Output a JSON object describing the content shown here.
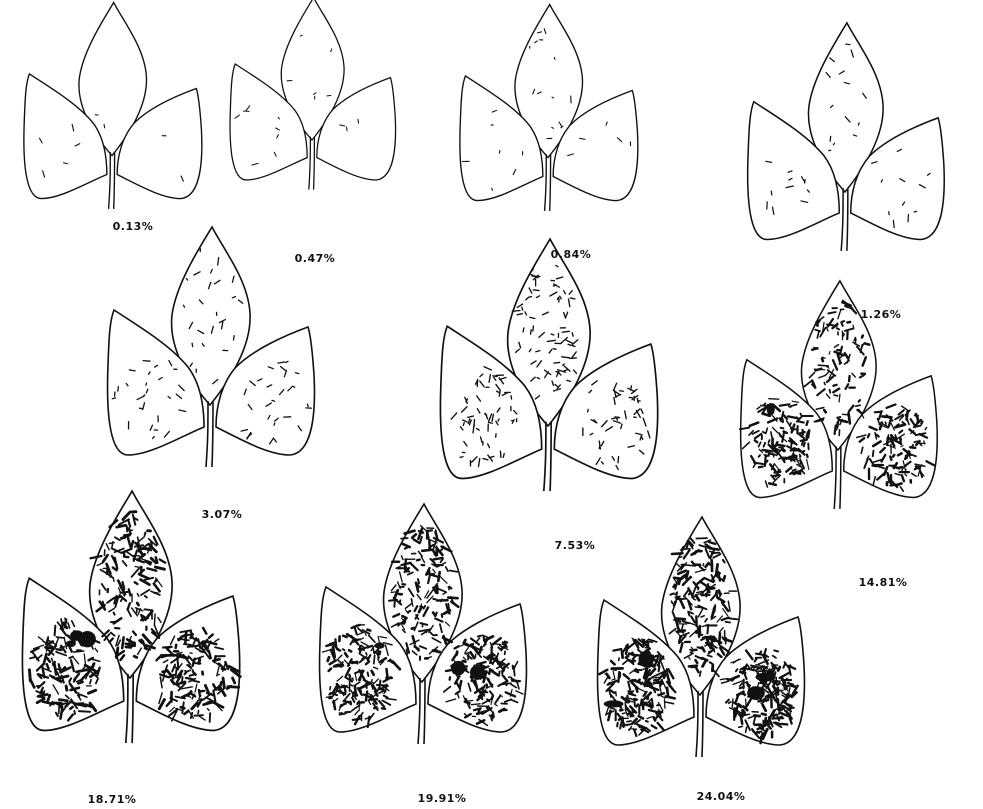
{
  "figure": {
    "leaves": [
      {
        "id": "leaf-1",
        "severity_label": "0.13%",
        "severity": 0.13
      },
      {
        "id": "leaf-2",
        "severity_label": "0.47%",
        "severity": 0.47
      },
      {
        "id": "leaf-3",
        "severity_label": "0.84%",
        "severity": 0.84
      },
      {
        "id": "leaf-4",
        "severity_label": "1.26%",
        "severity": 1.26
      },
      {
        "id": "leaf-5",
        "severity_label": "3.07%",
        "severity": 3.07
      },
      {
        "id": "leaf-6",
        "severity_label": "7.53%",
        "severity": 7.53
      },
      {
        "id": "leaf-7",
        "severity_label": "14.81%",
        "severity": 14.81
      },
      {
        "id": "leaf-8",
        "severity_label": "18.71%",
        "severity": 18.71
      },
      {
        "id": "leaf-9",
        "severity_label": "19.91%",
        "severity": 19.91
      },
      {
        "id": "leaf-10",
        "severity_label": "24.04%",
        "severity": 24.04
      }
    ]
  }
}
